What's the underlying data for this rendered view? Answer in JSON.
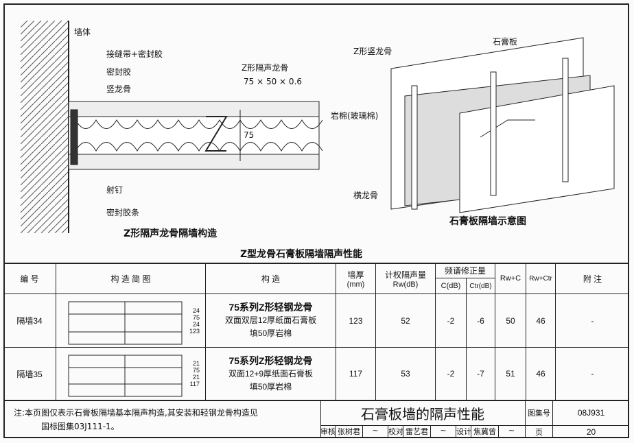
{
  "drawing_left": {
    "title": "Z形隔声龙骨隔墙构造",
    "labels": {
      "wall": "墙体",
      "joint": "接缝带+密封胶",
      "sealant": "密封胶",
      "stud": "竖龙骨",
      "zstud": "Z形隔声龙骨",
      "zsize": "75 × 50 × 0.6",
      "dim": "75",
      "nail": "射钉",
      "strip": "密封胶条"
    }
  },
  "drawing_right": {
    "title": "石膏板隔墙示意图",
    "labels": {
      "board": "石膏板",
      "zstud": "Z形竖龙骨",
      "wool": "岩棉(玻璃棉)",
      "track": "横龙骨"
    }
  },
  "section_title": "Z型龙骨石膏板隔墙隔声性能",
  "table": {
    "headers": {
      "id": "编 号",
      "sketch": "构 造 简 图",
      "construction": "构 造",
      "thickness": "墙厚",
      "thickness_unit": "(mm)",
      "rw": "计权隔声量",
      "rw_unit": "Rw(dB)",
      "correction": "频谱修正量",
      "c": "C(dB)",
      "ctr": "Ctr(dB)",
      "rwc": "Rw+C",
      "rwctr": "Rw+Ctr",
      "note": "附 注"
    },
    "rows": [
      {
        "id": "隔墙34",
        "title": "75系列Z形轻钢龙骨",
        "line1": "双面双层12厚纸面石膏板",
        "line2": "填50厚岩棉",
        "thickness": "123",
        "rw": "52",
        "c": "-2",
        "ctr": "-6",
        "rwc": "50",
        "rwctr": "46",
        "note": "-",
        "dims": [
          "24",
          "75",
          "24"
        ],
        "total": "123"
      },
      {
        "id": "隔墙35",
        "title": "75系列Z形轻钢龙骨",
        "line1": "双面12+9厚纸面石膏板",
        "line2": "填50厚岩棉",
        "thickness": "117",
        "rw": "53",
        "c": "-2",
        "ctr": "-7",
        "rwc": "51",
        "rwctr": "46",
        "note": "-",
        "dims": [
          "21",
          "75",
          "21"
        ],
        "total": "117"
      }
    ]
  },
  "footer": {
    "note1": "注:本页图仅表示石膏板隔墙基本隔声构造,其安装和轻钢龙骨构造见",
    "note2": "国标图集03J111-1。",
    "title": "石膏板墙的隔声性能",
    "atlas_label": "图集号",
    "atlas_no": "08J931",
    "page_label": "页",
    "page_no": "20",
    "signs": [
      {
        "role": "审核",
        "name": "张树君"
      },
      {
        "role": "校对",
        "name": "雷艺君"
      },
      {
        "role": "设计",
        "name": "焦冀曾"
      }
    ]
  }
}
